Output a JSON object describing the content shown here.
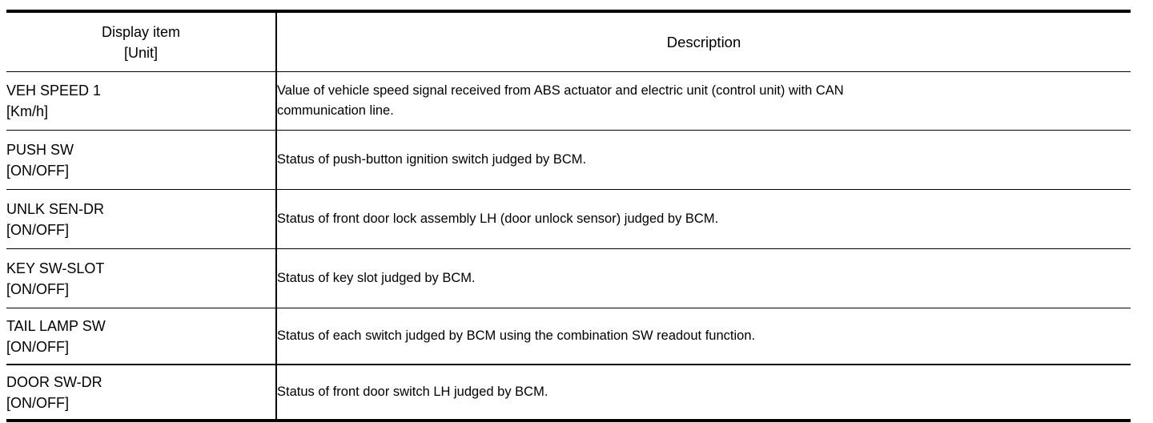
{
  "table": {
    "headers": {
      "item_line1": "Display item",
      "item_line2": "[Unit]",
      "description": "Description"
    },
    "rows": [
      {
        "item": "VEH SPEED 1",
        "unit": "[Km/h]",
        "description_line1": "Value of vehicle speed signal received from ABS actuator and electric unit (control unit) with CAN",
        "description_line2": "communication line."
      },
      {
        "item": "PUSH SW",
        "unit": "[ON/OFF]",
        "description_line1": "Status of push-button ignition switch judged by BCM.",
        "description_line2": ""
      },
      {
        "item": "UNLK SEN-DR",
        "unit": "[ON/OFF]",
        "description_line1": "Status of front door lock assembly LH (door unlock sensor) judged by BCM.",
        "description_line2": ""
      },
      {
        "item": "KEY SW-SLOT",
        "unit": "[ON/OFF]",
        "description_line1": "Status of key slot judged by BCM.",
        "description_line2": ""
      },
      {
        "item": "TAIL LAMP SW",
        "unit": "[ON/OFF]",
        "description_line1": "Status of each switch judged by BCM using the combination SW readout function.",
        "description_line2": ""
      },
      {
        "item": "DOOR SW-DR",
        "unit": "[ON/OFF]",
        "description_line1": "Status of front door switch LH judged by BCM.",
        "description_line2": ""
      }
    ]
  },
  "colors": {
    "rule": "#000000",
    "text": "#000000",
    "background": "#ffffff"
  }
}
